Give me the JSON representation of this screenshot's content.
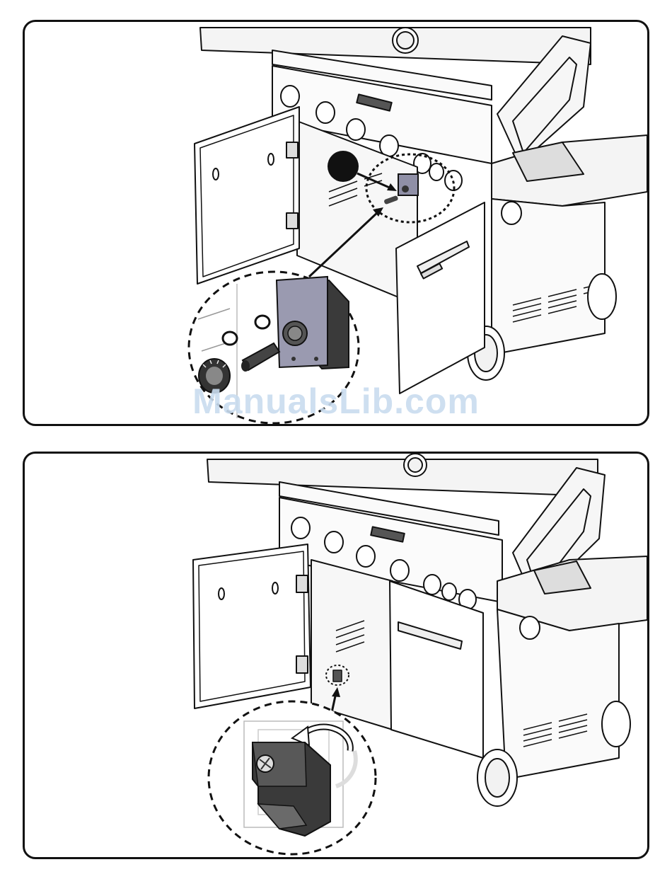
{
  "watermark": {
    "text": "ManualsLib.com"
  },
  "panels": [
    {
      "name": "step-install-ignition-module",
      "brand_badge_icon": "kitchenaid-badge-icon",
      "callout_icon": "step-marker-black-dot-icon",
      "detail_icon": "ignition-module-detail-icon"
    },
    {
      "name": "step-turn-module-bracket",
      "brand_badge_icon": "kitchenaid-badge-icon",
      "detail_icon": "rotation-arrow-icon"
    }
  ],
  "colors": {
    "line": "#111111",
    "steel": "#e9e9e9",
    "module_face": "#8f8fa6",
    "module_body": "#3a3a3a",
    "watermark": "#c9dcef"
  }
}
